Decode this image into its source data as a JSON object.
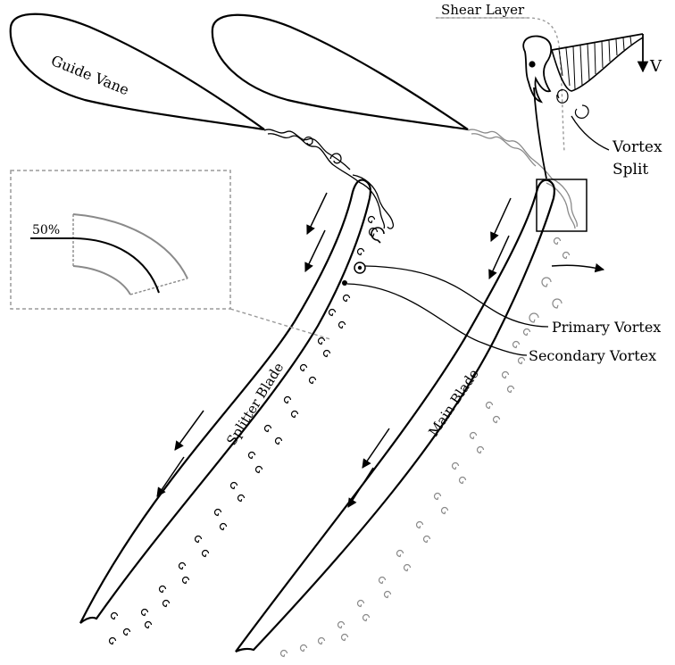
{
  "labels": {
    "guide_vane": "Guide Vane",
    "shear_layer": "Shear Layer",
    "velocity": "V",
    "vortex_split_line1": "Vortex",
    "vortex_split_line2": "Split",
    "inset_percent": "50%",
    "primary_vortex": "Primary Vortex",
    "secondary_vortex": "Secondary Vortex",
    "splitter_blade": "Splitter Blade",
    "main_blade": "Main Blade"
  },
  "colors": {
    "ink": "#000000",
    "gray": "#8a8a8a",
    "dash": "#9a9a9a"
  }
}
